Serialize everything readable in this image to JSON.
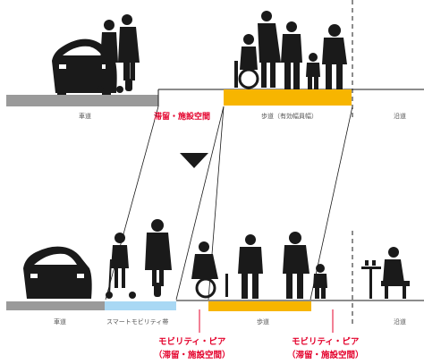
{
  "colors": {
    "road": "#9a9a9a",
    "smart_lane": "#a9d8f4",
    "walk_zone": "#f7b500",
    "accent": "#e4002b",
    "figure": "#1a1a1a"
  },
  "top": {
    "road_label": "車道",
    "red_label": "滞留・施設空間",
    "walkway_label": "歩道（有効幅員幅）",
    "roadside_label": "沿道"
  },
  "bottom": {
    "road_label": "車道",
    "smart_label": "スマートモビリティ帯",
    "walkway_label": "歩道",
    "roadside_label": "沿道",
    "pier1_line1": "モビリティ・ピア",
    "pier1_line2": "（滞留・施設空間）",
    "pier2_line1": "モビリティ・ピア",
    "pier2_line2": "（滞留・施設空間）"
  }
}
